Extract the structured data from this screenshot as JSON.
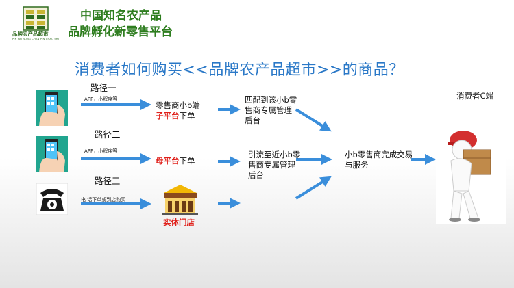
{
  "logo": {
    "name": "品牌农产品超市",
    "tagline": "PIN PAI NONG CHAN PIN CHAO SHI"
  },
  "header": {
    "line1": "中国知名农产品",
    "line2": "品牌孵化新零售平台"
  },
  "question": "消费者如何购买<<品牌农产品超市>>的商品？",
  "routes": [
    {
      "label": "路径一",
      "channel": "APP，小程序等"
    },
    {
      "label": "路径二",
      "channel": "APP，小程序等"
    },
    {
      "label": "路径三",
      "channel": "电 话下单或到店购买"
    }
  ],
  "step2": {
    "r1_prefix": "零售商小b端",
    "r1_highlight": "子平台",
    "r1_suffix": "下单",
    "r2_highlight": "母平台",
    "r2_suffix": "下单",
    "r3_label": "实体门店"
  },
  "step3": {
    "r1": "匹配到该小b零售商专属管理后台",
    "r2": "引流至近小b零售商专属管理后台"
  },
  "step4": "小b零售商完成交易与服务",
  "consumer": "消费者C端",
  "colors": {
    "arrow": "#3a8edb",
    "green": "#2e7d1f",
    "blue_title": "#2a78c7",
    "red": "#e0211b"
  }
}
